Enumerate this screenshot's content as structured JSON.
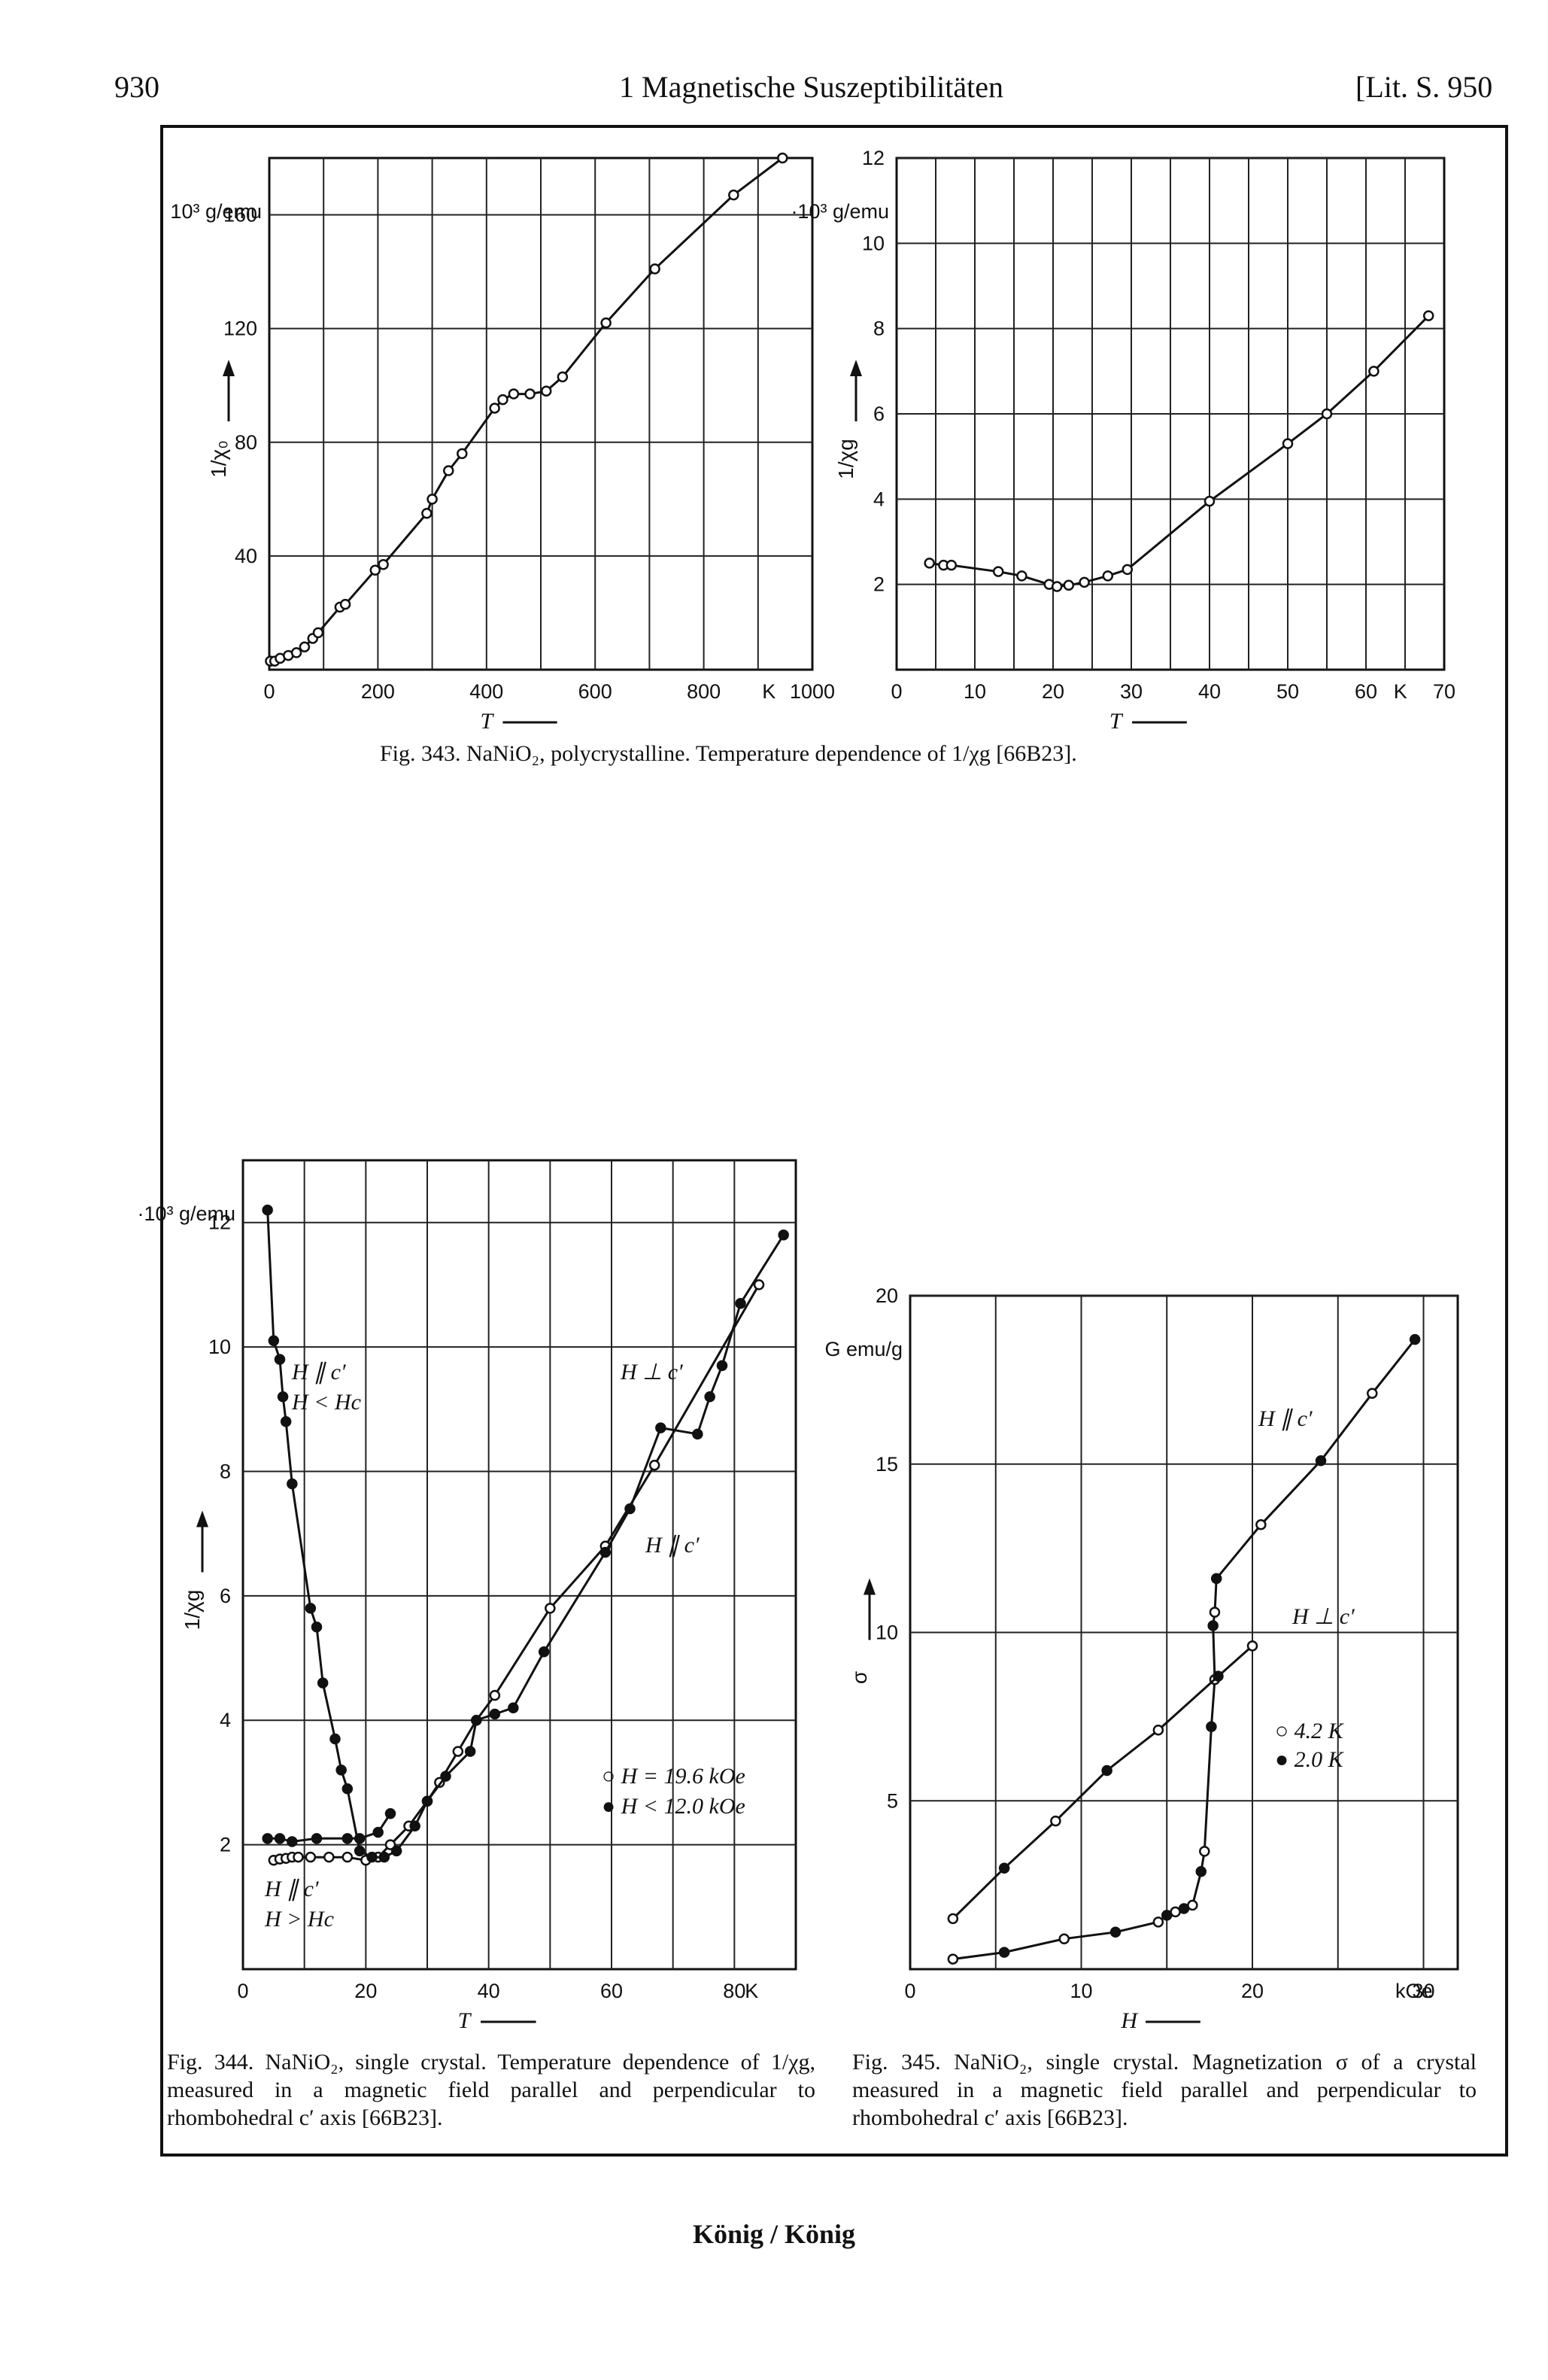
{
  "header": {
    "page_number": "930",
    "chapter_title": "1 Magnetische Suszeptibilitäten",
    "reference": "[Lit. S. 950"
  },
  "footer": {
    "authors": "König / König"
  },
  "captions": {
    "fig343": "Fig. 343. NaNiO₂, polycrystalline. Temperature dependence of 1/χg [66B23].",
    "fig344": "Fig. 344. NaNiO₂, single crystal. Temperature dependence of 1/χg, measured in a magnetic field parallel and perpendicular to rhombohedral c′ axis [66B23].",
    "fig345": "Fig. 345. NaNiO₂, single crystal. Magnetization σ of a crystal measured in a magnetic field parallel and perpendicular to rhombohedral c′ axis [66B23]."
  },
  "chart_data": [
    {
      "id": "fig343a",
      "type": "scatter",
      "xlabel": "T",
      "xunit": "K",
      "ylabel": "1/χ₀",
      "yunit": "10³ g/emu",
      "xlim": [
        0,
        1000
      ],
      "ylim": [
        0,
        180
      ],
      "xticks": [
        0,
        200,
        400,
        600,
        800,
        1000
      ],
      "yticks": [
        40,
        80,
        120,
        160
      ],
      "grid": true,
      "series": [
        {
          "points": [
            [
              2,
              3
            ],
            [
              10,
              3
            ],
            [
              20,
              4
            ],
            [
              35,
              5
            ],
            [
              50,
              6
            ],
            [
              65,
              8
            ],
            [
              80,
              11
            ],
            [
              90,
              13
            ],
            [
              130,
              22
            ],
            [
              140,
              23
            ],
            [
              195,
              35
            ],
            [
              210,
              37
            ],
            [
              290,
              55
            ],
            [
              300,
              60
            ],
            [
              330,
              70
            ],
            [
              355,
              76
            ],
            [
              415,
              92
            ],
            [
              430,
              95
            ],
            [
              450,
              97
            ],
            [
              480,
              97
            ],
            [
              510,
              98
            ],
            [
              540,
              103
            ],
            [
              620,
              122
            ],
            [
              710,
              141
            ],
            [
              855,
              167
            ],
            [
              945,
              180
            ]
          ]
        }
      ]
    },
    {
      "id": "fig343b",
      "type": "scatter",
      "xlabel": "T",
      "xunit": "K",
      "ylabel": "1/χg",
      "yunit": "·10³ g/emu",
      "xlim": [
        0,
        70
      ],
      "ylim": [
        0,
        12
      ],
      "xticks": [
        0,
        10,
        20,
        30,
        40,
        50,
        60,
        70
      ],
      "yticks": [
        2,
        4,
        6,
        8,
        10,
        12
      ],
      "grid": true,
      "series": [
        {
          "points": [
            [
              4.2,
              2.5
            ],
            [
              6,
              2.45
            ],
            [
              7,
              2.45
            ],
            [
              13,
              2.3
            ],
            [
              16,
              2.2
            ],
            [
              19.5,
              2.0
            ],
            [
              20.5,
              1.95
            ],
            [
              22,
              1.98
            ],
            [
              24,
              2.05
            ],
            [
              27,
              2.2
            ],
            [
              29.5,
              2.35
            ],
            [
              40,
              3.95
            ],
            [
              50,
              5.3
            ],
            [
              55,
              6.0
            ],
            [
              61,
              7.0
            ],
            [
              68,
              8.3
            ]
          ]
        }
      ]
    },
    {
      "id": "fig344",
      "type": "scatter",
      "xlabel": "T",
      "xunit": "K",
      "ylabel": "1/χg",
      "yunit": "·10³ g/emu",
      "xlim": [
        0,
        90
      ],
      "ylim": [
        0,
        13
      ],
      "xticks": [
        0,
        20,
        40,
        60,
        80
      ],
      "yticks": [
        2,
        4,
        6,
        8,
        10,
        12
      ],
      "grid": true,
      "legend": [
        "○ H = 19.6 kOe",
        "● H < 12.0 kOe"
      ],
      "annotations": [
        "H ∥ c′",
        "H < Hc",
        "H ⊥ c′",
        "H ∥ c′",
        "H ∥ c′",
        "H > Hc"
      ],
      "series": [
        {
          "name": "H = 19.6 kOe (open)",
          "marker": "open",
          "points": [
            [
              5,
              1.75
            ],
            [
              6,
              1.77
            ],
            [
              7,
              1.78
            ],
            [
              8,
              1.8
            ],
            [
              9,
              1.8
            ],
            [
              11,
              1.8
            ],
            [
              14,
              1.8
            ],
            [
              17,
              1.8
            ],
            [
              20,
              1.75
            ],
            [
              22,
              1.8
            ],
            [
              24,
              2.0
            ],
            [
              27,
              2.3
            ],
            [
              30,
              2.7
            ],
            [
              32,
              3.0
            ],
            [
              35,
              3.5
            ],
            [
              38,
              4.0
            ],
            [
              41,
              4.4
            ],
            [
              50,
              5.8
            ],
            [
              59,
              6.8
            ],
            [
              67,
              8.1
            ],
            [
              84,
              11.0
            ]
          ]
        },
        {
          "name": "H < 12.0 kOe (solid)",
          "marker": "solid",
          "points": [
            [
              4,
              12.2
            ],
            [
              5,
              10.1
            ],
            [
              6,
              9.8
            ],
            [
              6.5,
              9.2
            ],
            [
              7,
              8.8
            ],
            [
              8,
              7.8
            ],
            [
              11,
              5.8
            ],
            [
              12,
              5.5
            ],
            [
              13,
              4.6
            ],
            [
              15,
              3.7
            ],
            [
              16,
              3.2
            ],
            [
              17,
              2.9
            ],
            [
              19,
              1.9
            ],
            [
              21,
              1.8
            ],
            [
              23,
              1.8
            ],
            [
              25,
              1.9
            ],
            [
              28,
              2.3
            ],
            [
              30,
              2.7
            ],
            [
              33,
              3.1
            ],
            [
              37,
              3.5
            ],
            [
              38,
              4.0
            ],
            [
              41,
              4.1
            ],
            [
              44,
              4.2
            ],
            [
              49,
              5.1
            ],
            [
              59,
              6.7
            ],
            [
              63,
              7.4
            ],
            [
              68,
              8.7
            ],
            [
              74,
              8.6
            ],
            [
              76,
              9.2
            ],
            [
              78,
              9.7
            ],
            [
              81,
              10.7
            ],
            [
              88,
              11.8
            ]
          ]
        },
        {
          "name": "H ∥ c′, H < Hc (solid)",
          "marker": "solid",
          "points": [
            [
              4,
              2.1
            ],
            [
              6,
              2.1
            ],
            [
              8,
              2.05
            ],
            [
              12,
              2.1
            ],
            [
              17,
              2.1
            ],
            [
              19,
              2.1
            ],
            [
              22,
              2.2
            ],
            [
              24,
              2.5
            ]
          ]
        }
      ]
    },
    {
      "id": "fig345",
      "type": "scatter",
      "xlabel": "H",
      "xunit": "kOe",
      "ylabel": "σ",
      "yunit": "G emu/g",
      "xlim": [
        0,
        32
      ],
      "ylim": [
        0,
        20
      ],
      "xticks": [
        0,
        10,
        20,
        30
      ],
      "yticks": [
        5,
        10,
        15,
        20
      ],
      "grid": true,
      "legend": [
        "○ 4.2 K",
        "● 2.0 K"
      ],
      "annotations": [
        "H ∥ c′",
        "H ⊥ c′"
      ],
      "series": [
        {
          "name": "H ∥ c′",
          "marker": "mixed",
          "points": [
            [
              2.5,
              0.3
            ],
            [
              5.5,
              0.5
            ],
            [
              9,
              0.9
            ],
            [
              12,
              1.1
            ],
            [
              14.5,
              1.4
            ],
            [
              15,
              1.6
            ],
            [
              15.5,
              1.7
            ],
            [
              16,
              1.8
            ],
            [
              16.5,
              1.9
            ],
            [
              17,
              2.9
            ],
            [
              17.2,
              3.5
            ],
            [
              17.6,
              7.2
            ],
            [
              17.8,
              8.6
            ],
            [
              17.7,
              10.2
            ],
            [
              17.8,
              10.6
            ],
            [
              17.9,
              11.6
            ],
            [
              20.5,
              13.2
            ],
            [
              24,
              15.1
            ],
            [
              27,
              17.1
            ],
            [
              29.5,
              18.7
            ]
          ]
        },
        {
          "name": "H ⊥ c′",
          "marker": "mixed",
          "points": [
            [
              2.5,
              1.5
            ],
            [
              5.5,
              3.0
            ],
            [
              8.5,
              4.4
            ],
            [
              11.5,
              5.9
            ],
            [
              14.5,
              7.1
            ],
            [
              18,
              8.7
            ],
            [
              20,
              9.6
            ]
          ]
        }
      ]
    }
  ]
}
